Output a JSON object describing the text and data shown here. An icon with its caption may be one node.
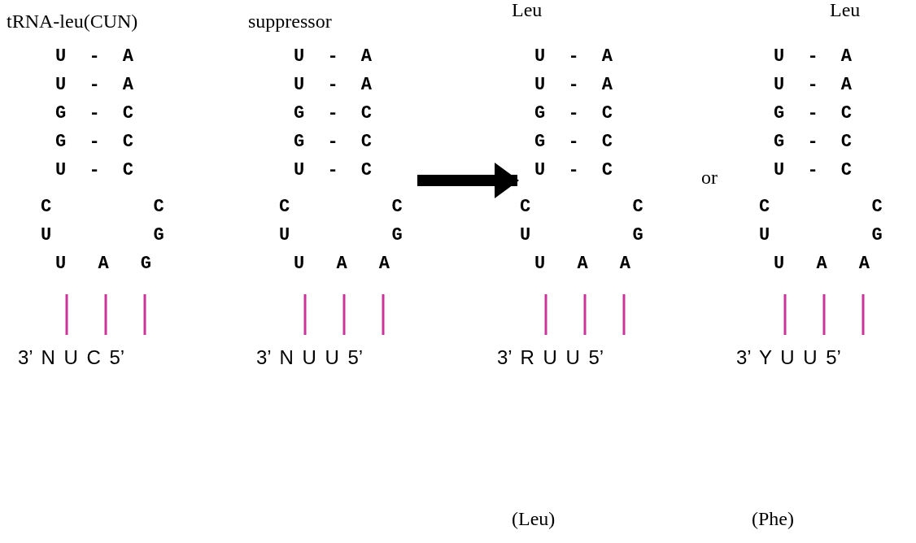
{
  "diagram": {
    "nodes": [
      {
        "text": [
          "U - A",
          "U - A",
          "G - C",
          "G - C",
          "U - C",
          "C C",
          "U G",
          "U A G"
        ],
        "beside": [
          "tRNA-leu(CUN)"
        ]
      },
      {
        "text": [
          "U - A",
          "U - A",
          "G - C",
          "G - C",
          "U - C",
          "C C",
          "U G",
          "U A A"
        ],
        "beside": [
          "suppressor"
        ]
      },
      {
        "text": [
          "U - A",
          "U - A",
          "G - C",
          "G - C",
          "U - C",
          "C C",
          "U G",
          "U A A"
        ],
        "beside": [
          "Leu"
        ]
      },
      {
        "text": [
          "U - A",
          "U - A",
          "G - C",
          "G - C",
          "U - C",
          "C C",
          "U G",
          "U A A"
        ],
        "beside": [
          "Leu"
        ]
      }
    ],
    "edges": [
      {
        "from": 1,
        "to": 2,
        "arrow": "to"
      }
    ],
    "labels": [
      "or",
      "3’ N U C 5’",
      "3’ N U U 5’",
      "3’ R U U 5’",
      "3’ Y U U 5’",
      "(Leu)",
      "(Phe)"
    ]
  }
}
